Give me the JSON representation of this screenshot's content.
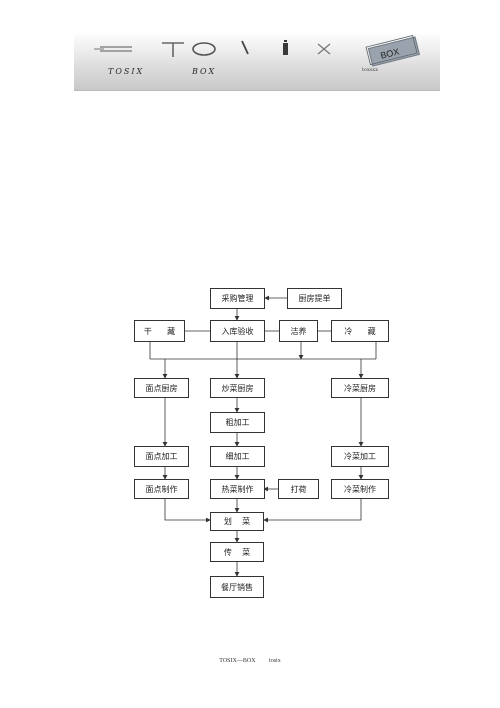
{
  "header": {
    "brand_left": "TOSIX",
    "brand_mid": "BOX",
    "brand_right": "toxsxx",
    "box_logo": "BOX"
  },
  "flow": {
    "procurement": "采购管理",
    "kitchen_request": "厨房提单",
    "dry_storage": "干      藏",
    "receiving": "入库验收",
    "cleaning": "洁养",
    "cold_storage": "冷      藏",
    "pastry_kitchen": "面点厨房",
    "stirfry_kitchen": "炒菜厨房",
    "cold_kitchen": "冷菜厨房",
    "rough_processing": "粗加工",
    "pastry_processing": "面点加工",
    "fine_processing": "细加工",
    "cold_processing": "冷菜加工",
    "pastry_making": "面点制作",
    "hot_dish_making": "热菜制作",
    "garnish": "打荷",
    "cold_dish_making": "冷菜制作",
    "dish_dispatch": "划    菜",
    "serving": "传    菜",
    "restaurant_sales": "餐厅销售"
  },
  "footer": {
    "left": "TOSIX—BOX",
    "right": "tosix"
  }
}
